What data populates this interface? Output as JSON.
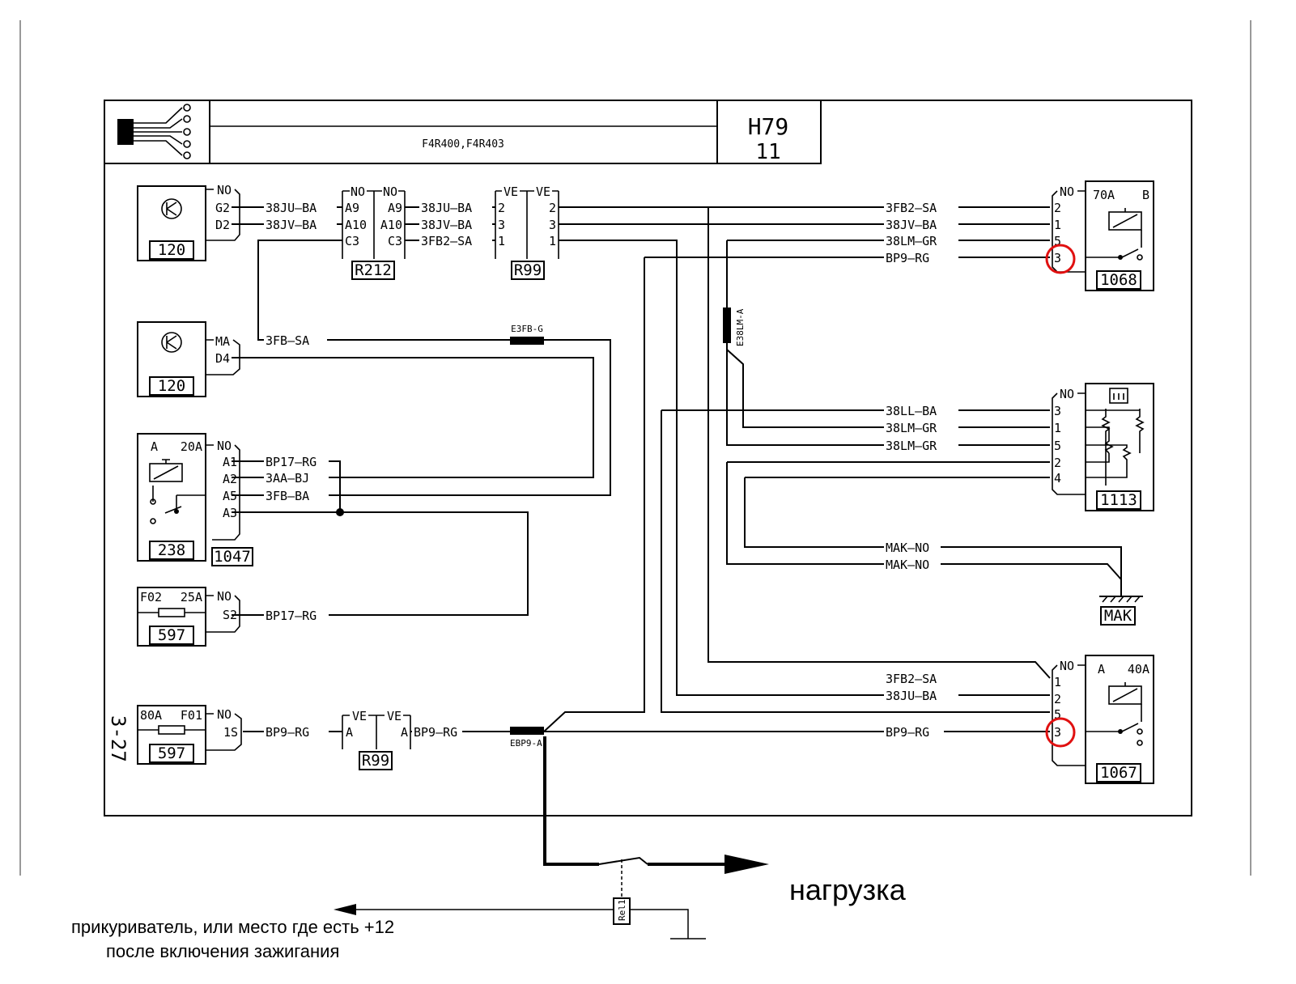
{
  "title_block": {
    "variant": "F4R400,F4R403",
    "code": "H79",
    "sheet": "11"
  },
  "side_ref": "3-27",
  "components": {
    "c120a": {
      "num": "120",
      "conn": "NO",
      "pins": [
        "G2",
        "D2"
      ]
    },
    "c120b": {
      "num": "120",
      "conn": "MA",
      "pins": [
        "D4"
      ]
    },
    "c238": {
      "num": "238",
      "relay": "A",
      "rating": "20A",
      "conn": "NO",
      "pins": [
        "A1",
        "A2",
        "A5",
        "A3"
      ],
      "extra": "1047"
    },
    "c597a": {
      "num": "597",
      "fuse": "F02",
      "rating": "25A",
      "conn": "NO",
      "pins": [
        "S2"
      ]
    },
    "c597b": {
      "num": "597",
      "fuse": "F01",
      "rating": "80A",
      "conn": "NO",
      "pins": [
        "1S"
      ]
    },
    "r212": {
      "label": "R212",
      "conn_l": "NO",
      "conn_r": "NO",
      "pins_l": [
        "A9",
        "A10",
        "C3"
      ],
      "pins_r": [
        "A9",
        "A10",
        "C3"
      ]
    },
    "r99a": {
      "label": "R99",
      "conn_l": "VE",
      "conn_r": "VE",
      "pins_l": [
        "2",
        "3",
        "1"
      ],
      "pins_r": [
        "2",
        "3",
        "1"
      ]
    },
    "r99b": {
      "label": "R99",
      "conn_l": "VE",
      "conn_r": "VE",
      "pins_l": [
        "A"
      ],
      "pins_r": [
        "A"
      ]
    },
    "c1068": {
      "num": "1068",
      "rating": "70A",
      "relay": "B",
      "conn": "NO",
      "pins": [
        "2",
        "1",
        "5",
        "3"
      ]
    },
    "c1113": {
      "num": "1113",
      "conn": "NO",
      "pins": [
        "3",
        "1",
        "5",
        "2",
        "4"
      ]
    },
    "c1067": {
      "num": "1067",
      "relay": "A",
      "rating": "40A",
      "conn": "NO",
      "pins": [
        "1",
        "2",
        "5",
        "3"
      ]
    },
    "mak": {
      "label": "MAK"
    }
  },
  "wires": {
    "w1": [
      "38JU",
      "BA"
    ],
    "w2": [
      "38JV",
      "BA"
    ],
    "w3": [
      "38JU",
      "BA"
    ],
    "w4": [
      "38JV",
      "BA"
    ],
    "w5": [
      "3FB2",
      "SA"
    ],
    "w6": [
      "3FB",
      "SA"
    ],
    "w7": [
      "BP17",
      "RG"
    ],
    "w8": [
      "3AA",
      "BJ"
    ],
    "w9": [
      "3FB",
      "BA"
    ],
    "w10": [
      "BP17",
      "RG"
    ],
    "w11": [
      "BP9",
      "RG"
    ],
    "w12": [
      "BP9",
      "RG"
    ],
    "w13": [
      "3FB2",
      "SA"
    ],
    "w14": [
      "38JV",
      "BA"
    ],
    "w15": [
      "38LM",
      "GR"
    ],
    "w16": [
      "BP9",
      "RG"
    ],
    "w17": [
      "38LL",
      "BA"
    ],
    "w18": [
      "38LM",
      "GR"
    ],
    "w19": [
      "38LM",
      "GR"
    ],
    "w20": [
      "MAK",
      "NO"
    ],
    "w21": [
      "MAK",
      "NO"
    ],
    "w22": [
      "3FB2",
      "SA"
    ],
    "w23": [
      "38JU",
      "BA"
    ],
    "w24": [
      "BP9",
      "RG"
    ]
  },
  "splices": {
    "s1": "E3FB-G",
    "s2": "E38LM-A",
    "s3": "EBP9-A"
  },
  "annotations": {
    "load": "нагрузка",
    "relay_name": "Rel1",
    "source_line1": "прикуриватель, или место где есть +12",
    "source_line2": "после включения зажигания"
  },
  "colors": {
    "line": "#000000",
    "highlight": "#e01010"
  }
}
